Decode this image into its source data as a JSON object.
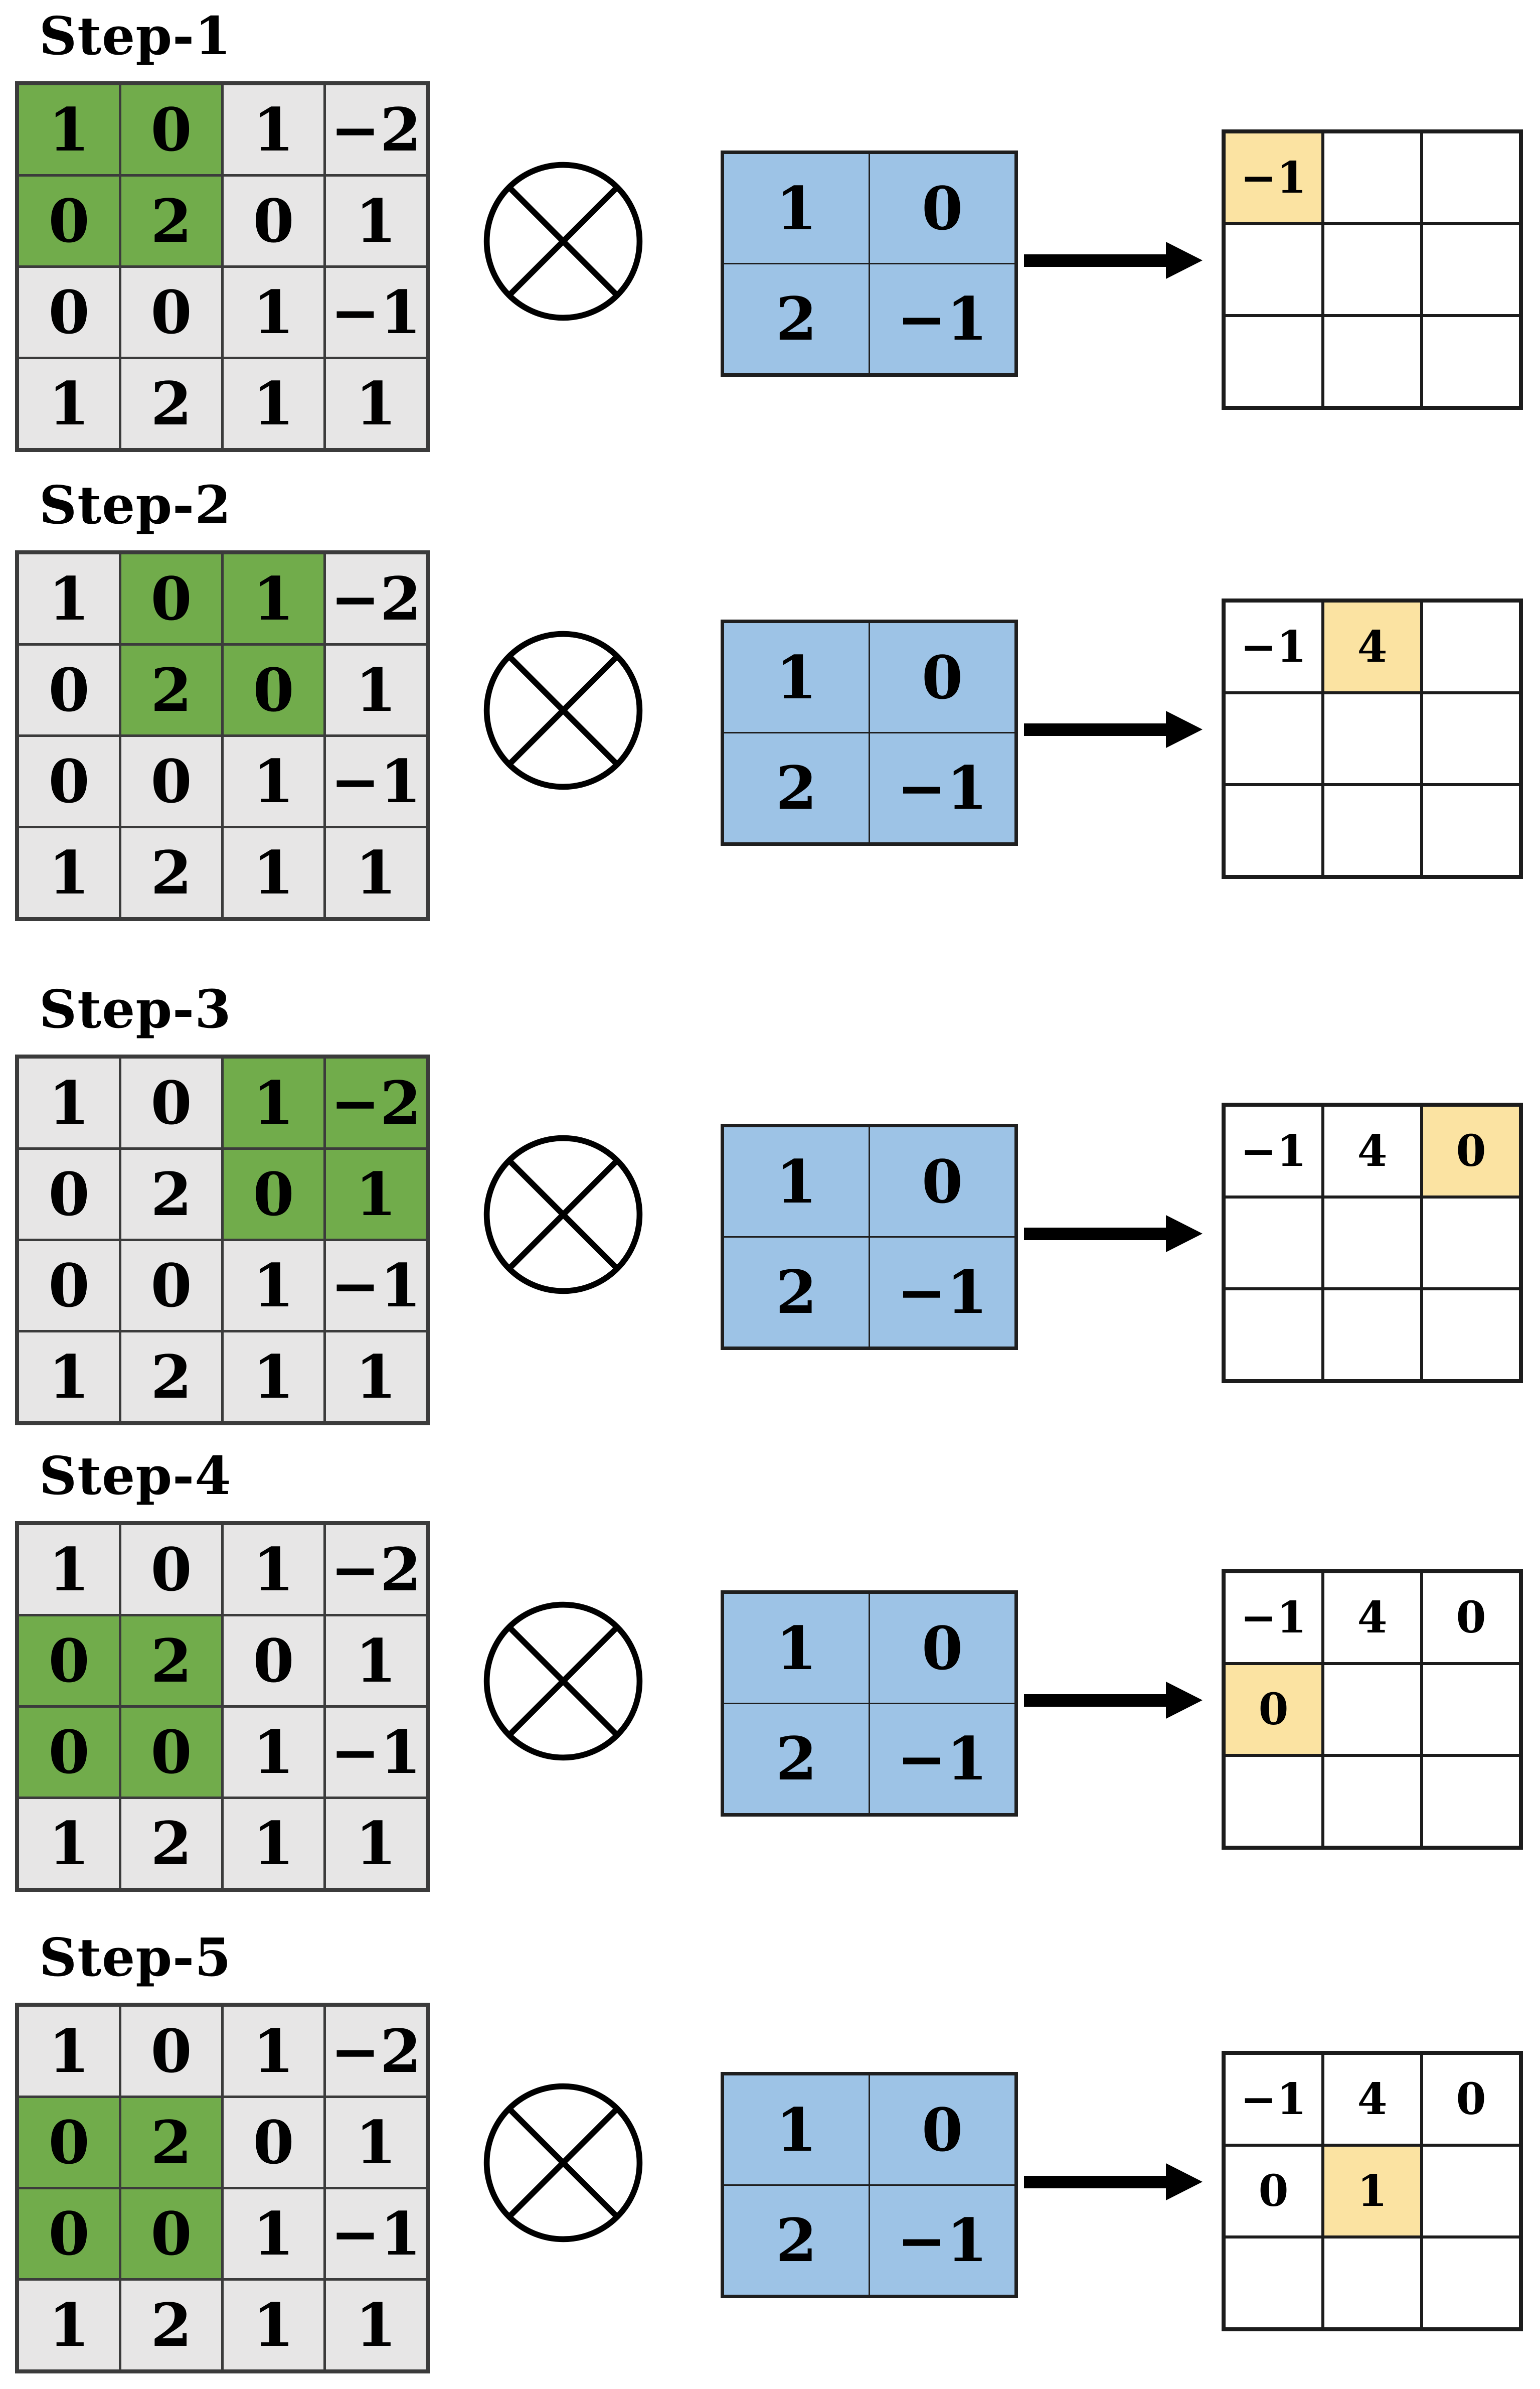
{
  "colors": {
    "input_cell_grey": "#E7E6E6",
    "input_highlight_green": "#71AC4B",
    "input_grid_border": "#3B3B3B",
    "kernel_blue": "#9DC3E6",
    "kernel_grid_border": "#1F1F1F",
    "output_cell_white": "#FFFFFF",
    "output_highlight_yellow": "#FBE3A2",
    "output_grid_border": "#1C1C1C",
    "text_black": "#000000"
  },
  "operator_icon": "circled-times",
  "arrow_icon": "right-arrow",
  "input_matrix": {
    "rows": [
      [
        "1",
        "0",
        "1",
        "−2"
      ],
      [
        "0",
        "2",
        "0",
        "1"
      ],
      [
        "0",
        "0",
        "1",
        "−1"
      ],
      [
        "1",
        "2",
        "1",
        "1"
      ]
    ]
  },
  "kernel": {
    "rows": [
      [
        "1",
        "0"
      ],
      [
        "2",
        "−1"
      ]
    ]
  },
  "steps": [
    {
      "title": "Step-1",
      "input_highlight": [
        [
          0,
          0
        ],
        [
          0,
          1
        ],
        [
          1,
          0
        ],
        [
          1,
          1
        ]
      ],
      "output": {
        "rows": [
          [
            "−1",
            "",
            ""
          ],
          [
            "",
            "",
            ""
          ],
          [
            "",
            "",
            ""
          ]
        ],
        "highlight": [
          0,
          0
        ]
      }
    },
    {
      "title": "Step-2",
      "input_highlight": [
        [
          0,
          1
        ],
        [
          0,
          2
        ],
        [
          1,
          1
        ],
        [
          1,
          2
        ]
      ],
      "output": {
        "rows": [
          [
            "−1",
            "4",
            ""
          ],
          [
            "",
            "",
            ""
          ],
          [
            "",
            "",
            ""
          ]
        ],
        "highlight": [
          0,
          1
        ]
      }
    },
    {
      "title": "Step-3",
      "input_highlight": [
        [
          0,
          2
        ],
        [
          0,
          3
        ],
        [
          1,
          2
        ],
        [
          1,
          3
        ]
      ],
      "output": {
        "rows": [
          [
            "−1",
            "4",
            "0"
          ],
          [
            "",
            "",
            ""
          ],
          [
            "",
            "",
            ""
          ]
        ],
        "highlight": [
          0,
          2
        ]
      }
    },
    {
      "title": "Step-4",
      "input_highlight": [
        [
          1,
          0
        ],
        [
          1,
          1
        ],
        [
          2,
          0
        ],
        [
          2,
          1
        ]
      ],
      "output": {
        "rows": [
          [
            "−1",
            "4",
            "0"
          ],
          [
            "0",
            "",
            ""
          ],
          [
            "",
            "",
            ""
          ]
        ],
        "highlight": [
          1,
          0
        ]
      }
    },
    {
      "title": "Step-5",
      "input_highlight": [
        [
          1,
          0
        ],
        [
          1,
          1
        ],
        [
          2,
          0
        ],
        [
          2,
          1
        ]
      ],
      "output": {
        "rows": [
          [
            "−1",
            "4",
            "0"
          ],
          [
            "0",
            "1",
            ""
          ],
          [
            "",
            "",
            ""
          ]
        ],
        "highlight": [
          1,
          1
        ]
      }
    }
  ],
  "layout": {
    "step_tops": [
      0,
      935,
      1940,
      2870,
      3830
    ]
  }
}
